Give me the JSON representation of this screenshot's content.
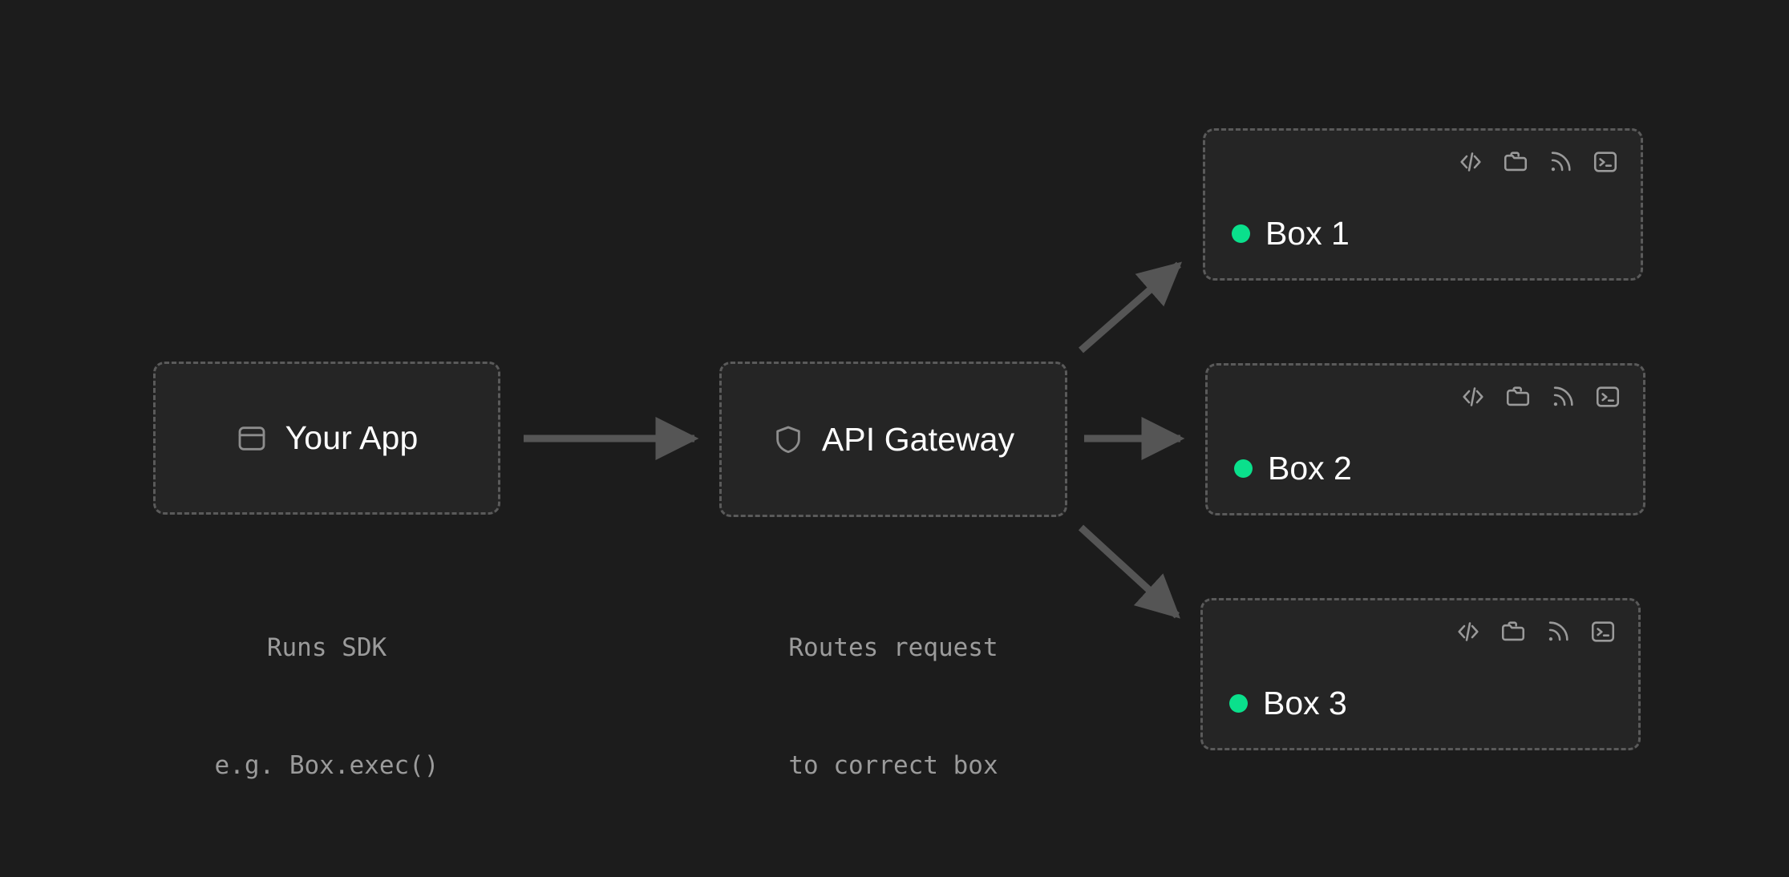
{
  "diagram": {
    "title": "API Gateway routing to sandbox boxes",
    "background_color": "#1c1c1c",
    "node_fill_color": "#252525",
    "node_border_color": "#5a5a5a",
    "connector_color": "#555555",
    "accent_green": "#0ae08c",
    "label_color": "#ffffff",
    "caption_color": "#9b9b9b"
  },
  "nodes": [
    {
      "id": "your-app",
      "label": "Your App",
      "icon": "app-window-icon",
      "caption_line_1": "Runs SDK",
      "caption_line_2": "e.g. Box.exec()"
    },
    {
      "id": "api-gateway",
      "label": "API Gateway",
      "icon": "shield-icon",
      "caption_line_1": "Routes request",
      "caption_line_2": "to correct box"
    }
  ],
  "boxes": [
    {
      "id": "box-1",
      "label": "Box 1",
      "status": "running",
      "status_color": "#0ae08c",
      "icons": [
        "code-icon",
        "folder-icon",
        "signal-icon",
        "terminal-icon"
      ]
    },
    {
      "id": "box-2",
      "label": "Box 2",
      "status": "running",
      "status_color": "#0ae08c",
      "icons": [
        "code-icon",
        "folder-icon",
        "signal-icon",
        "terminal-icon"
      ]
    },
    {
      "id": "box-3",
      "label": "Box 3",
      "status": "running",
      "status_color": "#0ae08c",
      "icons": [
        "code-icon",
        "folder-icon",
        "signal-icon",
        "terminal-icon"
      ]
    }
  ],
  "connectors": [
    {
      "id": "app-to-gateway",
      "from": "your-app",
      "to": "api-gateway",
      "style": "straight-arrow"
    },
    {
      "id": "gateway-to-box-1",
      "from": "api-gateway",
      "to": "box-1",
      "style": "diagonal-arrow-up"
    },
    {
      "id": "gateway-to-box-2",
      "from": "api-gateway",
      "to": "box-2",
      "style": "straight-arrow"
    },
    {
      "id": "gateway-to-box-3",
      "from": "api-gateway",
      "to": "box-3",
      "style": "diagonal-arrow-down"
    }
  ]
}
